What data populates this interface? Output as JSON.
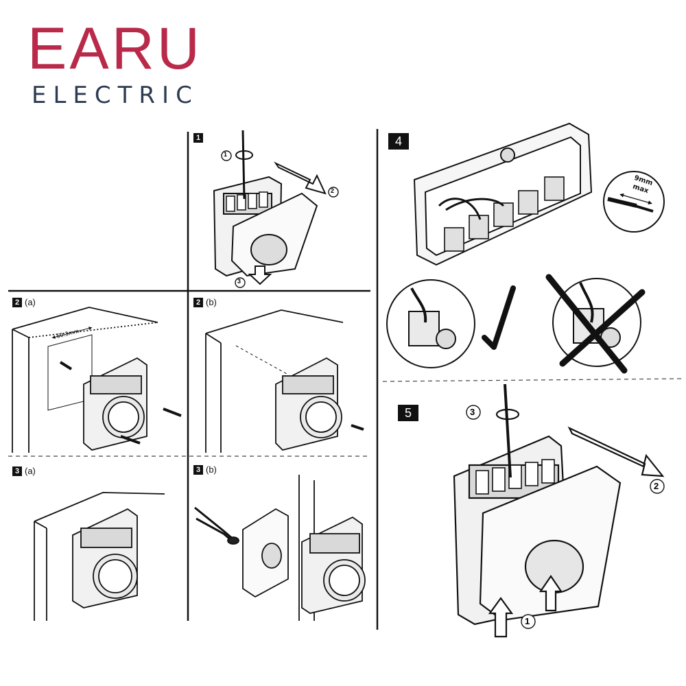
{
  "brand": {
    "name": "EARU",
    "subtitle": "ELECTRIC",
    "primary_color": "#b9294a",
    "secondary_color": "#2c3b52"
  },
  "steps": {
    "step1": {
      "number": "1"
    },
    "step2a": {
      "number": "2",
      "variant": "(a)",
      "dimension": "60.3mm"
    },
    "step2b": {
      "number": "2",
      "variant": "(b)"
    },
    "step3a": {
      "number": "3",
      "variant": "(a)"
    },
    "step3b": {
      "number": "3",
      "variant": "(b)"
    },
    "step4": {
      "number": "4",
      "strip_length": "9mm",
      "strip_max": "max"
    },
    "step5": {
      "number": "5"
    }
  },
  "callouts": {
    "one": "1",
    "two": "2",
    "three": "3"
  },
  "icons": [
    "screwdriver-icon",
    "rotate-arrow-icon",
    "push-arrow-icon",
    "check-mark-icon",
    "cross-mark-icon",
    "pliers-icon"
  ]
}
